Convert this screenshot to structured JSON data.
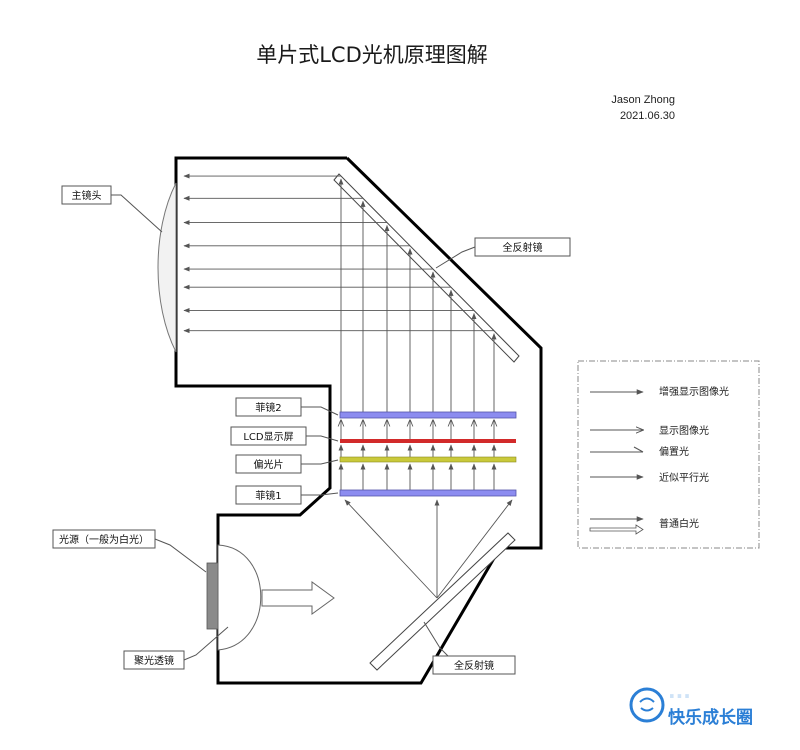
{
  "title": "单片式LCD光机原理图解",
  "author": {
    "name": "Jason Zhong",
    "date": "2021.06.30"
  },
  "labels": {
    "main_lens": "主镜头",
    "mirror_top": "全反射镜",
    "fresnel_top": "菲镜2",
    "lcd": "LCD显示屏",
    "polarizer": "偏光片",
    "fresnel_bottom": "菲镜1",
    "light_source": "光源（一般为白光）",
    "condenser": "聚光透镜",
    "mirror_bottom": "全反射镜"
  },
  "legend": [
    {
      "label": "增强显示图像光"
    },
    {
      "label": "显示图像光"
    },
    {
      "label": "偏置光"
    },
    {
      "label": "近似平行光"
    },
    {
      "label": "普通白光"
    }
  ],
  "colors": {
    "fresnel": "#8c8cf0",
    "lcd": "#d22a2a",
    "polarizer": "#c9c93a",
    "housing": "#000000",
    "source": "#8a8a8a"
  },
  "watermark": {
    "text": "快乐成长圈",
    "icon": "chat-bubble-icon"
  }
}
